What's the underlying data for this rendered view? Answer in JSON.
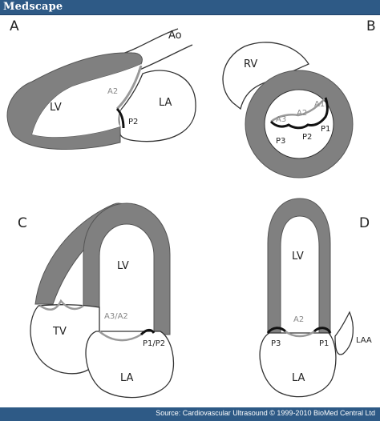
{
  "header": {
    "brand": "Medscape"
  },
  "footer": {
    "source": "Source: Cardiovascular Ultrasound © 1999-2010 BioMed Central Ltd"
  },
  "panels": {
    "a": {
      "letter": "A",
      "lv": "LV",
      "la": "LA",
      "ao": "Ao",
      "a2": "A2",
      "p2": "P2"
    },
    "b": {
      "letter": "B",
      "rv": "RV",
      "a1": "A1",
      "a2": "A2",
      "a3": "A3",
      "p1": "P1",
      "p2": "P2",
      "p3": "P3"
    },
    "c": {
      "letter": "C",
      "lv": "LV",
      "la": "LA",
      "tv": "TV",
      "a3a2": "A3/A2",
      "p1p2": "P1/P2"
    },
    "d": {
      "letter": "D",
      "lv": "LV",
      "la": "LA",
      "laa": "LAA",
      "a2": "A2",
      "p1": "P1",
      "p3": "P3"
    }
  },
  "colors": {
    "header_bg": "#2e5a86",
    "wall": "#808080",
    "leaflet_grey": "#999999",
    "leaflet_black": "#111111"
  }
}
